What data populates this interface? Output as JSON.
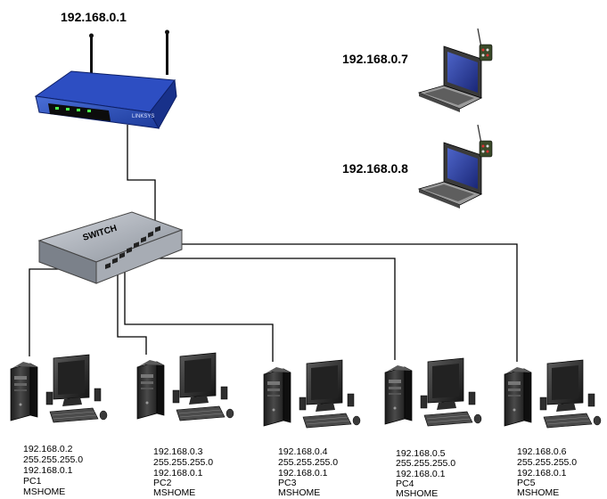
{
  "router": {
    "ip": "192.168.0.1",
    "brand": "LINKSYS"
  },
  "switch": {
    "label": "SWITCH"
  },
  "laptops": [
    {
      "ip": "192.168.0.7"
    },
    {
      "ip": "192.168.0.8"
    }
  ],
  "pcs": [
    {
      "lines": [
        "192.168.0.2",
        "255.255.255.0",
        "192.168.0.1",
        "PC1",
        "MSHOME"
      ]
    },
    {
      "lines": [
        "192.168.0.3",
        "255.255.255.0",
        "192.168.0.1",
        "PC2",
        "MSHOME"
      ]
    },
    {
      "lines": [
        "192.168.0.4",
        "255.255.255.0",
        "192.168.0.1",
        "PC3",
        "MSHOME"
      ]
    },
    {
      "lines": [
        "192.168.0.5",
        "255.255.255.0",
        "192.168.0.1",
        "PC4",
        "MSHOME"
      ]
    },
    {
      "lines": [
        "192.168.0.6",
        "255.255.255.0",
        "192.168.0.1",
        "PC5",
        "MSHOME"
      ]
    }
  ]
}
